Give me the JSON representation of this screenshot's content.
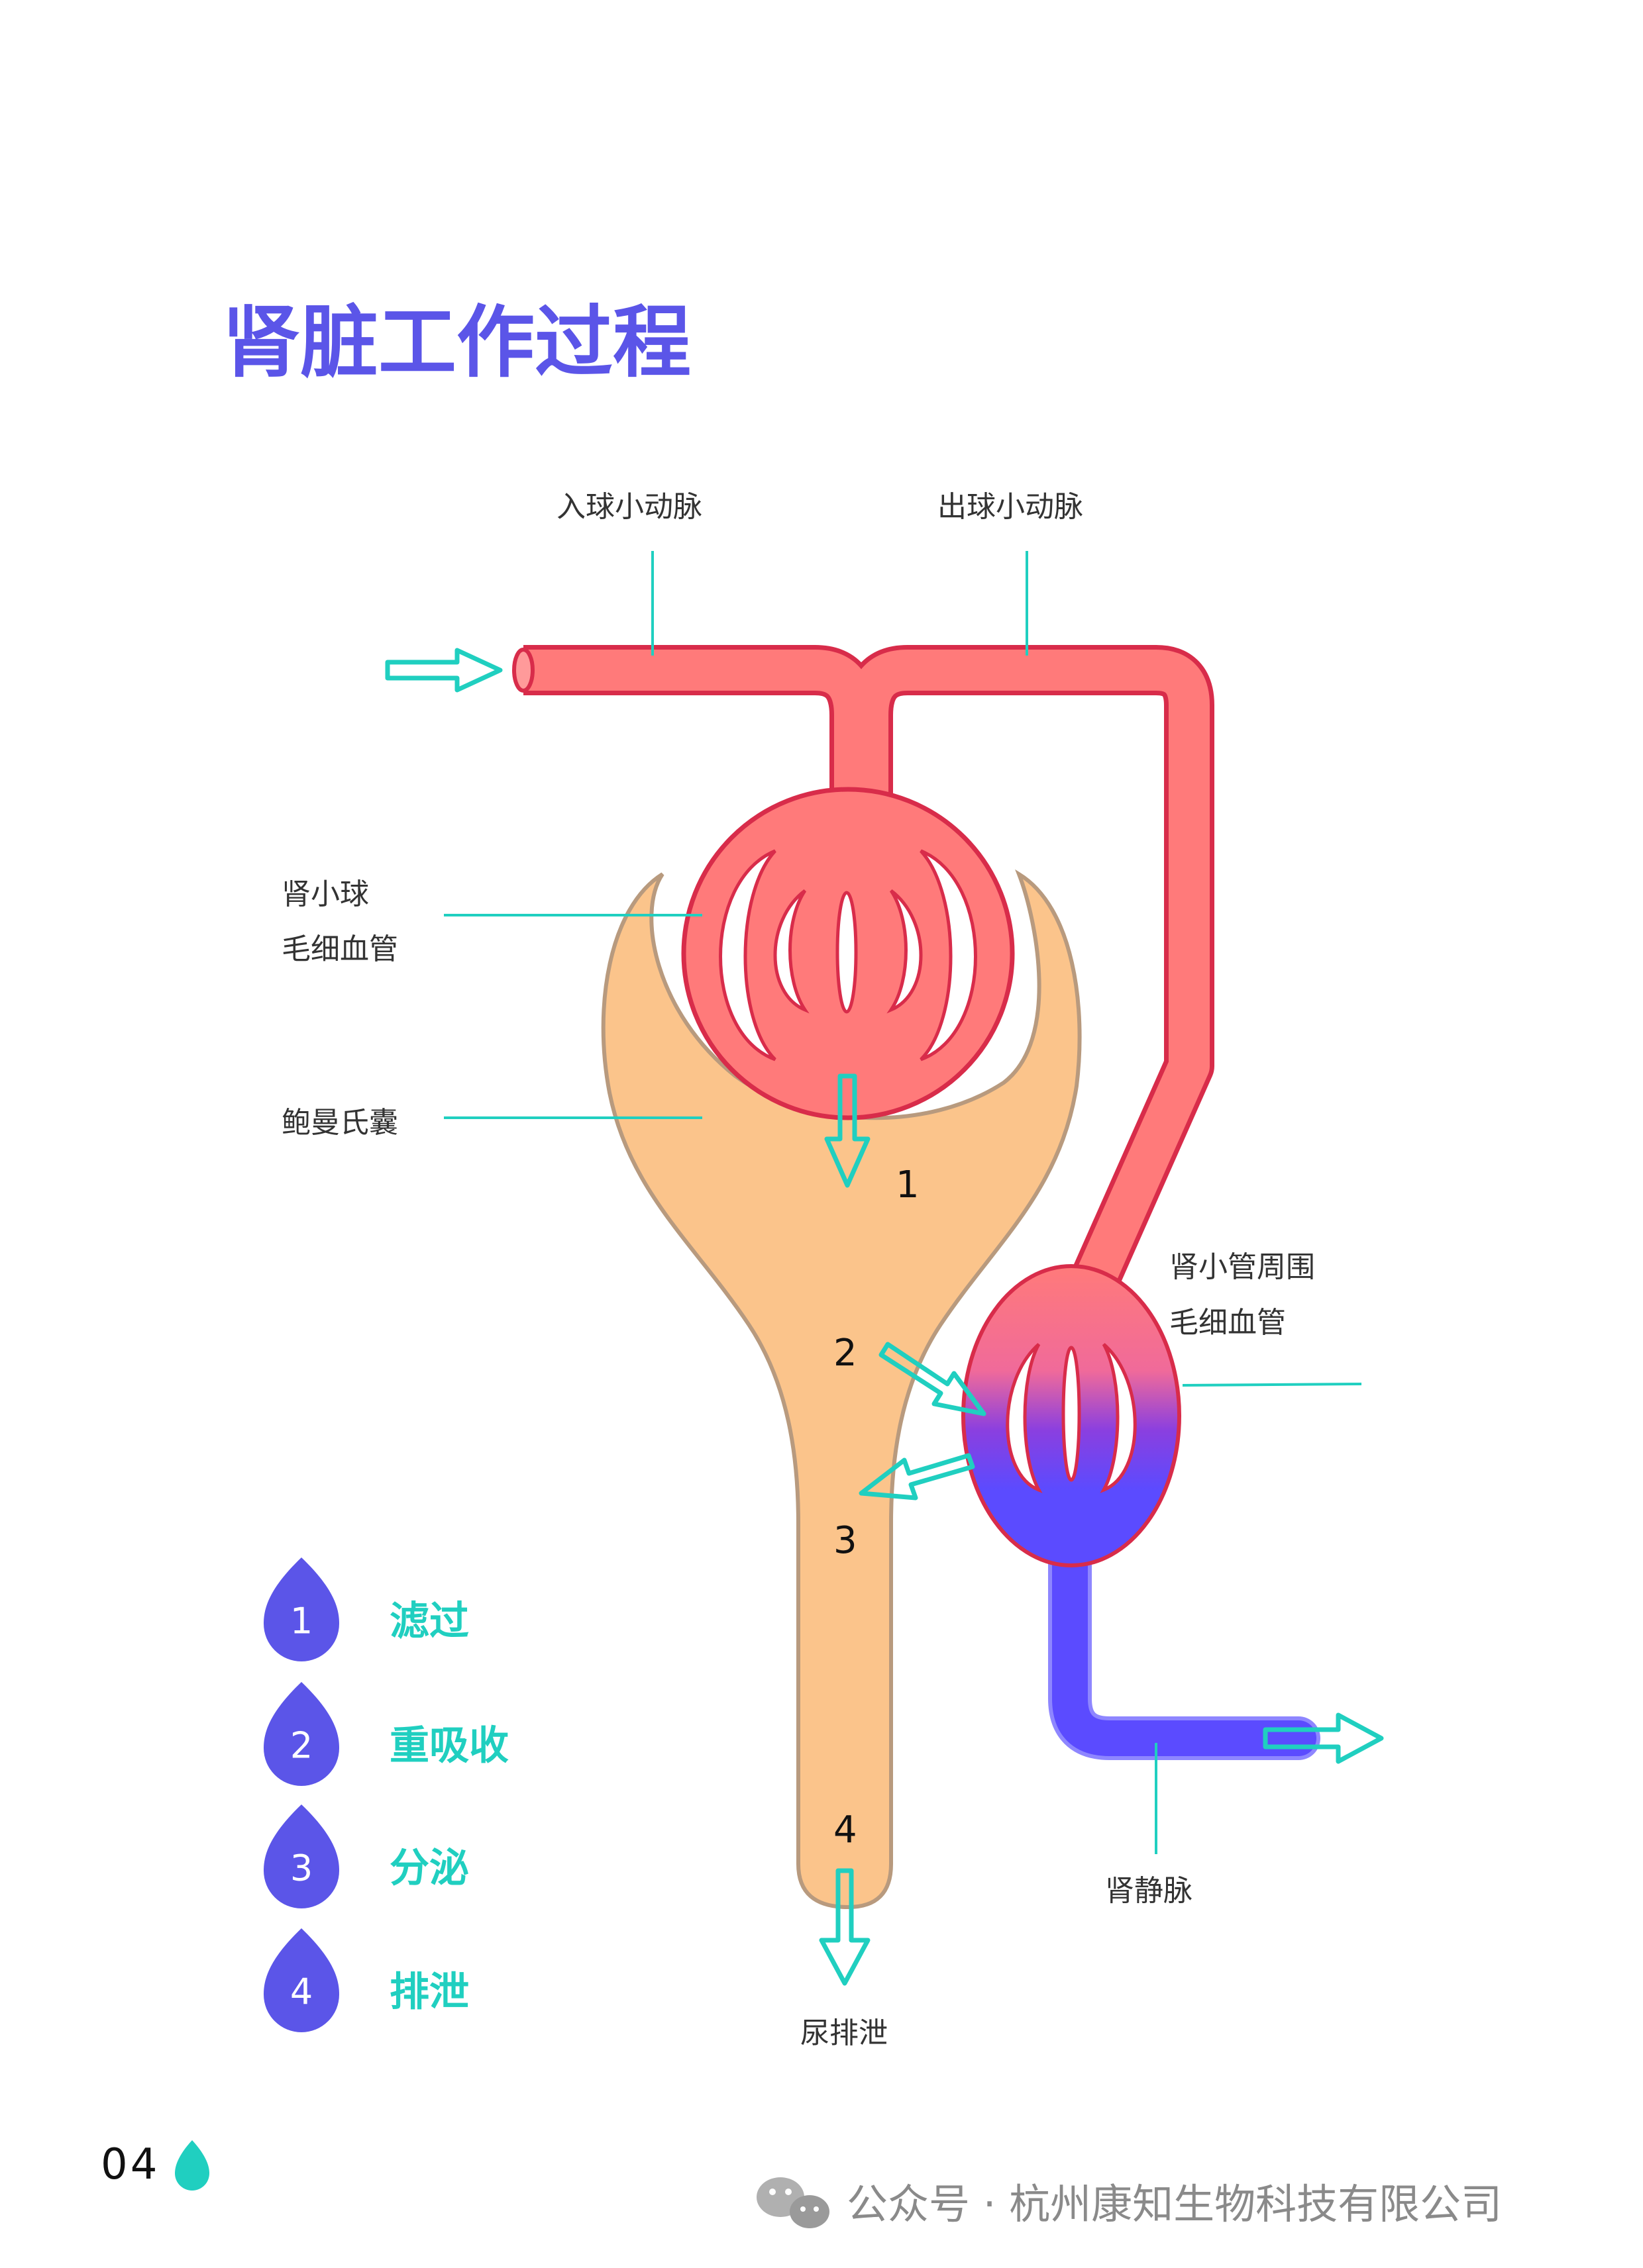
{
  "title": "肾脏工作过程",
  "labels": {
    "afferent": "入球小动脉",
    "efferent": "出球小动脉",
    "glomerulus_line1": "肾小球",
    "glomerulus_line2": "毛细血管",
    "bowman": "鲍曼氏囊",
    "peritubular_line1": "肾小管周围",
    "peritubular_line2": "毛细血管",
    "renal_vein": "肾静脉",
    "urine": "尿排泄"
  },
  "step_markers": [
    "1",
    "2",
    "3",
    "4"
  ],
  "legend": [
    {
      "num": "1",
      "label": "滤过"
    },
    {
      "num": "2",
      "label": "重吸收"
    },
    {
      "num": "3",
      "label": "分泌"
    },
    {
      "num": "4",
      "label": "排泄"
    }
  ],
  "footer": {
    "page": "04",
    "watermark": "公众号 · 杭州康知生物科技有限公司"
  },
  "colors": {
    "title": "#5b55e8",
    "artery": "#ff7a7a",
    "artery_stroke": "#d82c4a",
    "vein": "#5b4bff",
    "capsule": "#fbc48b",
    "capsule_stroke": "#b89a7e",
    "accent": "#20cfc0",
    "legend_drop": "#5b55e8"
  }
}
